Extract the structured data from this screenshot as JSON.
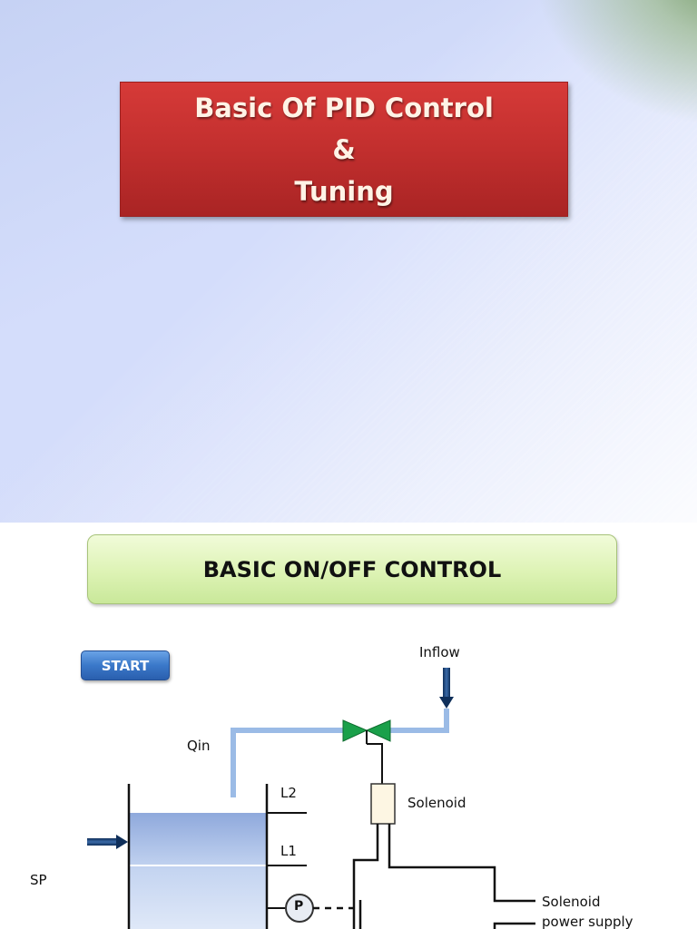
{
  "slide1": {
    "title_lines": [
      "Basic Of PID Control",
      "&",
      "Tuning"
    ]
  },
  "slide2": {
    "heading": "BASIC ON/OFF CONTROL",
    "start_button": "START",
    "labels": {
      "inflow": "Inflow",
      "qin": "Qin",
      "l2": "L2",
      "l1": "L1",
      "solenoid": "Solenoid",
      "sp": "SP",
      "pressure_switch": "P",
      "solenoid_power_line1": "Solenoid",
      "solenoid_power_line2": "power supply"
    }
  },
  "colors": {
    "title_red": "#c22f2e",
    "heading_green": "#ddf3b4",
    "start_blue": "#3a78c9",
    "valve_green": "#1aa04a",
    "pipe_blue": "#9bbbe6",
    "tank_water": "#b8cbec"
  }
}
